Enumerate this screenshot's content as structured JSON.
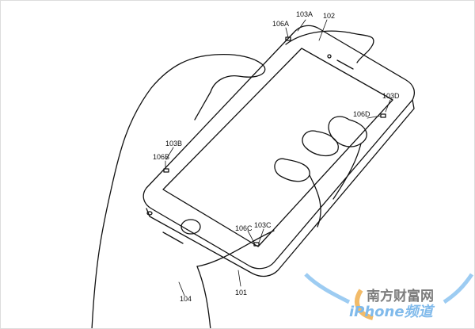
{
  "figure": {
    "labels": {
      "l106A": "106A",
      "l103A": "103A",
      "l102": "102",
      "l103D": "103D",
      "l106D": "106D",
      "l103B": "103B",
      "l106B": "106B",
      "l106C": "106C",
      "l103C": "103C",
      "l101": "101",
      "l104": "104"
    }
  },
  "watermark": {
    "site_name": "南方财富网",
    "channel": "iPhone频道"
  }
}
